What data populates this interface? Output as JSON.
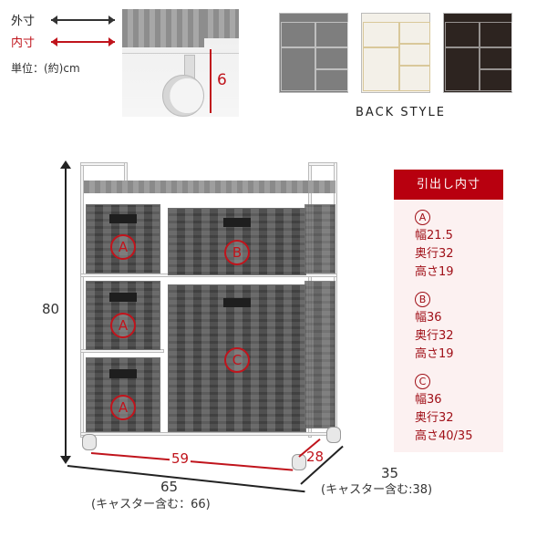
{
  "legend": {
    "outer_label": "外寸",
    "inner_label": "内寸",
    "unit_label": "単位：(約)cm",
    "outer_color": "#333333",
    "inner_color": "#c0141c"
  },
  "caster_detail": {
    "height_label": "6"
  },
  "back_style": {
    "label": "BACK STYLE",
    "variants": [
      {
        "name": "gray",
        "color": "#7e7e7e"
      },
      {
        "name": "white",
        "color": "#f1eee6"
      },
      {
        "name": "dark-brown",
        "color": "#2d2420"
      }
    ]
  },
  "product": {
    "drawers": [
      {
        "id": "A",
        "label": "A"
      },
      {
        "id": "B",
        "label": "B"
      },
      {
        "id": "A",
        "label": "A"
      },
      {
        "id": "C",
        "label": "C"
      },
      {
        "id": "A",
        "label": "A"
      }
    ]
  },
  "dimensions": {
    "height": "80",
    "width": "65",
    "width_with_casters": "(キャスター含む：66)",
    "inner_width": "59",
    "inner_depth": "28",
    "depth": "35",
    "depth_with_casters": "(キャスター含む:38)"
  },
  "drawer_inner": {
    "title": "引出し内寸",
    "header_color": "#b8000f",
    "groups": [
      {
        "letter": "A",
        "width": "幅21.5",
        "depth": "奥行32",
        "height": "高さ19"
      },
      {
        "letter": "B",
        "width": "幅36",
        "depth": "奥行32",
        "height": "高さ19"
      },
      {
        "letter": "C",
        "width": "幅36",
        "depth": "奥行32",
        "height": "高さ40/35"
      }
    ]
  }
}
